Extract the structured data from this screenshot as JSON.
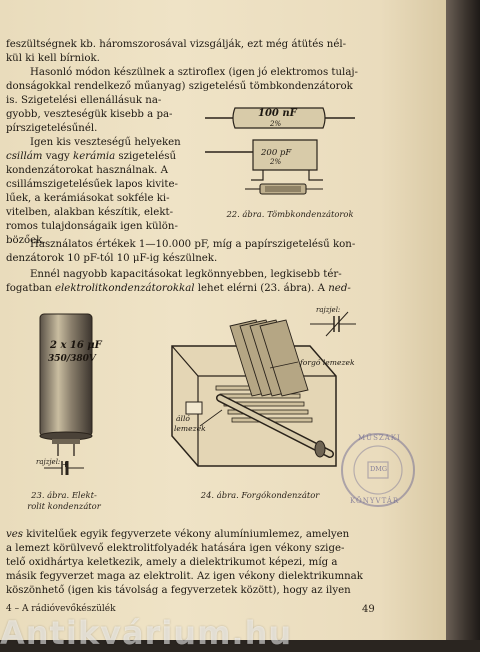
{
  "paragraphs": {
    "p1_l1": "feszültségnek kb. háromszorosával vizsgálják, ezt még átütés nél-",
    "p1_l2": "kül ki kell bírniok.",
    "p2_l1": "Hasonló módon készülnek a sztiroflex (igen jó elektromos tulaj-",
    "p2_l2": "donságokkal rendelkező műanyag) szigetelésű tömbkondenzátorok",
    "p2_l3": "is. Szigetelési ellenállásuk na-",
    "p2_l4": "gyobb, veszteségük kisebb a pa-",
    "p2_l5": "pírszigetelésűnél.",
    "p3_l1": "Igen kis veszteségű helyeken",
    "p3_l2_a": "csillám",
    "p3_l2_b": " vagy ",
    "p3_l2_c": "kerámia",
    "p3_l2_d": " szigetelésű",
    "p3_l3": "kondenzátorokat használnak. A",
    "p3_l4": "csillámszigetelésűek lapos kivite-",
    "p3_l5": "lűek, a kerámiásokat sokféle ki-",
    "p3_l6": "vitelben, alakban készítik, elekt-",
    "p3_l7": "romos tulajdonságaik igen külön-",
    "p3_l8": "bözőek.",
    "p4_l1": "Használatos értékek 1—10.000 pF, míg a papírszigetelésű kon-",
    "p4_l2": "denzátorok 10 pF-tól 10 μF-ig készülnek.",
    "p5_l1": "Ennél nagyobb kapacitásokat legkönnyebben, legkisebb tér-",
    "p5_l2_a": "fogatban ",
    "p5_l2_b": "elektrolitkondenzátorokkal",
    "p5_l2_c": " lehet elérni (23. ábra). A ",
    "p5_l2_d": "ned-",
    "p6_l1_a": "ves",
    "p6_l1_b": " kivitelűek egyik fegyverzete vékony alumíniumlemez, amelyen",
    "p6_l2": "a lemezt körülvevő elektrolitfolyadék hatására igen vékony szige-",
    "p6_l3": "telő oxidhártya keletkezik, amely a dielektrikumot képezi, míg a",
    "p6_l4": "másik fegyverzet maga az elektrolit. Az igen vékony dielektrikumnak",
    "p6_l5": "köszönhető (igen kis távolság a fegyverzetek között), hogy az ilyen"
  },
  "figures": {
    "fig22": {
      "caption": "22. ábra. Tömbkondenzátorok",
      "label_top": "100 nF",
      "label_top_sub": "2%",
      "label_mid": "200 pF",
      "label_mid_sub": "2%"
    },
    "fig23": {
      "caption_l1": "23. ábra. Elekt-",
      "caption_l2": "rolit kondenzátor",
      "can_label_l1": "2 x 16 μF",
      "can_label_l2": "350/380V",
      "symbol_label": "rajzjel:",
      "plus": "+"
    },
    "fig24": {
      "caption": "24. ábra. Forgókondenzátor",
      "symbol_label": "rajzjel:",
      "rotor_label": "forgó lemezek",
      "stator_label_l1": "álló",
      "stator_label_l2": "lemezek"
    }
  },
  "stamp": {
    "top": "MŰSZAKI",
    "bottom": "KÖNYVTÁR",
    "center": "DMG"
  },
  "footer": {
    "left": "4 – A rádióvevőkészülék",
    "page_number": "49"
  },
  "watermark": "Antikvárium.hu"
}
